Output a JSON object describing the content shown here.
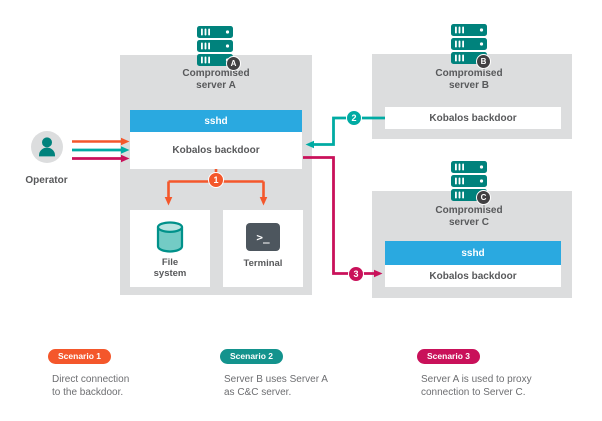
{
  "colors": {
    "orange": "#f4572b",
    "teal_arrow": "#00aba3",
    "teal_pill": "#13938d",
    "teal_icon": "#00827c",
    "crimson": "#c9115a",
    "sshd_blue": "#2aa9e0",
    "panel_gray": "#dcddde",
    "badge_dark": "#414042",
    "heading_text": "#58595b",
    "body_text": "#6d6e71",
    "terminal_dark": "#4d565e"
  },
  "operator": {
    "icon": "person-icon",
    "label": "Operator"
  },
  "servers": {
    "a": {
      "icon": "server-rack-icon",
      "badge": "A",
      "title_line1": "Compromised",
      "title_line2": "server A",
      "sshd_label": "sshd",
      "backdoor_label": "Kobalos backdoor"
    },
    "b": {
      "icon": "server-rack-icon",
      "badge": "B",
      "title_line1": "Compromised",
      "title_line2": "server B",
      "backdoor_label": "Kobalos backdoor"
    },
    "c": {
      "icon": "server-rack-icon",
      "badge": "C",
      "title_line1": "Compromised",
      "title_line2": "server C",
      "sshd_label": "sshd",
      "backdoor_label": "Kobalos backdoor"
    }
  },
  "server_a_children": {
    "file_system": {
      "icon": "database-cylinder-icon",
      "label_line1": "File",
      "label_line2": "system"
    },
    "terminal": {
      "icon": "terminal-icon",
      "prompt": ">_",
      "label": "Terminal"
    }
  },
  "flow_badges": {
    "scenario1": "1",
    "scenario2": "2",
    "scenario3": "3"
  },
  "legend": [
    {
      "pill": "Scenario 1",
      "color": "#f4572b",
      "line1": "Direct connection",
      "line2": "to the backdoor."
    },
    {
      "pill": "Scenario 2",
      "color": "#13938d",
      "line1": "Server B uses Server A",
      "line2": "as C&C server."
    },
    {
      "pill": "Scenario 3",
      "color": "#c9115a",
      "line1": "Server A is used to proxy",
      "line2": "connection to Server C."
    }
  ]
}
